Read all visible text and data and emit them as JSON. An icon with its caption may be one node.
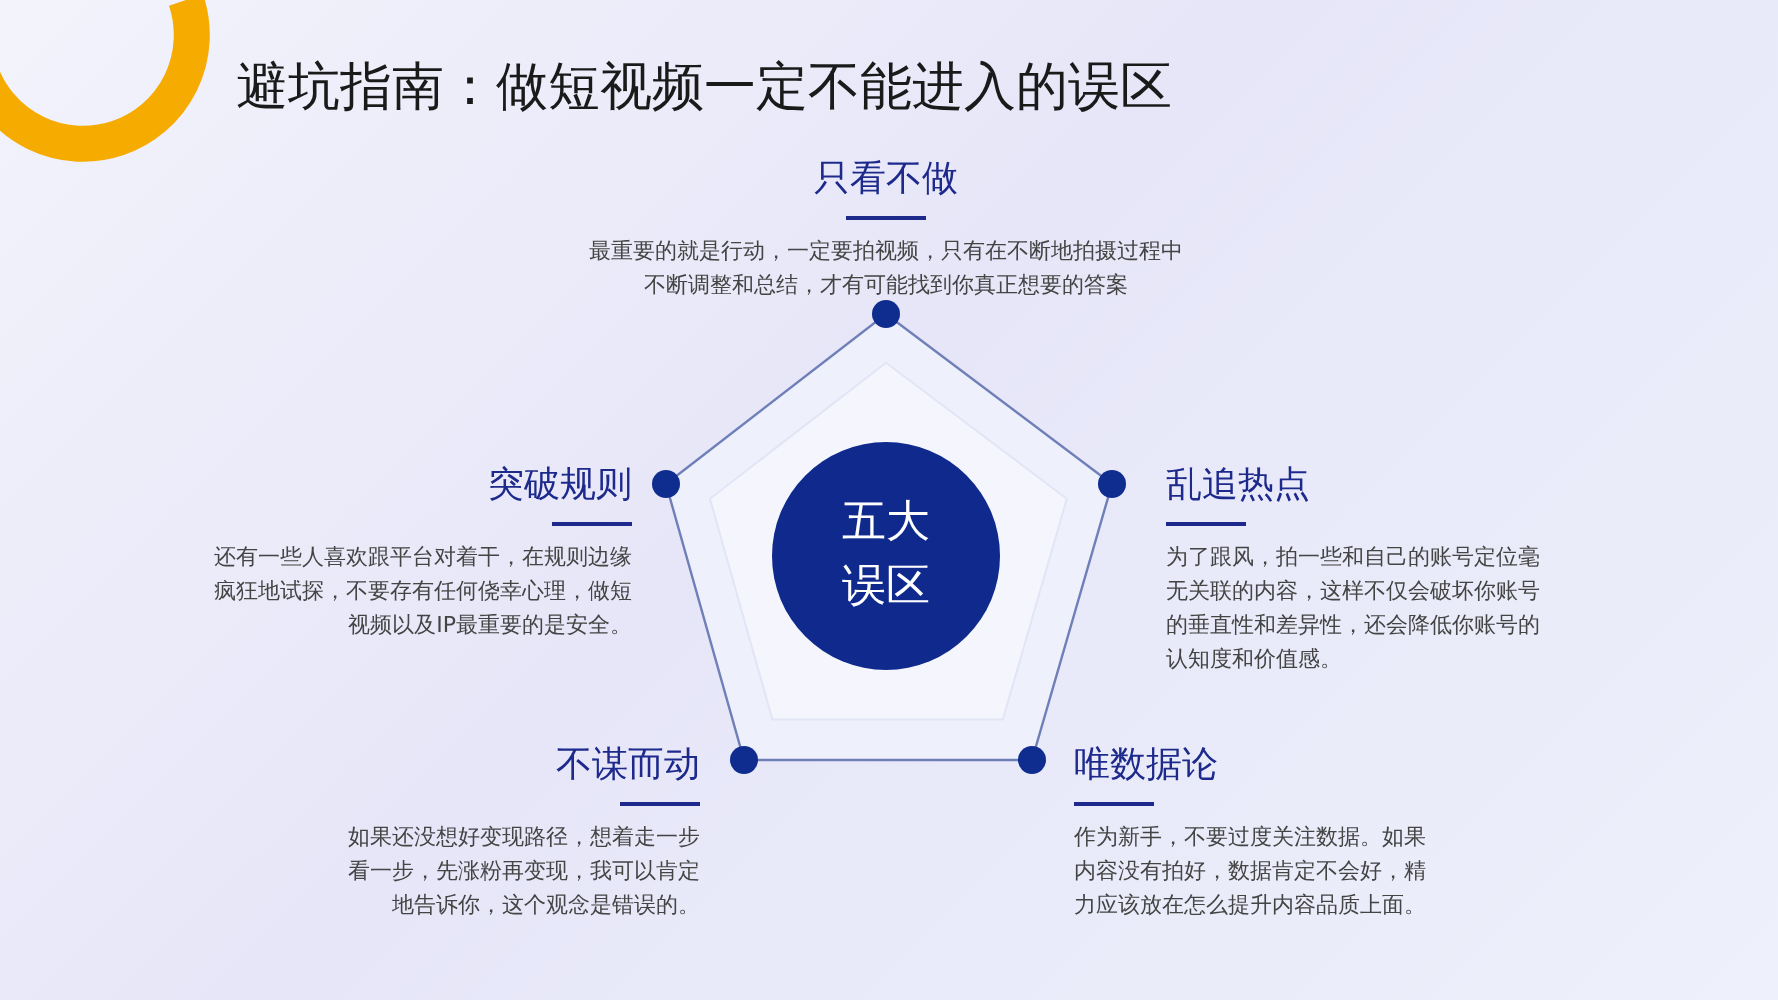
{
  "diagram": {
    "title": "避坑指南：做短视频一定不能进入的误区",
    "nodes": [
      {
        "text": [
          "五大误区"
        ]
      },
      {
        "text": [
          "只看不做",
          "最重要的就是行动，一定要拍视频，只有在不断地拍摄过程中不断调整和总结，才有可能找到你真正想要的答案"
        ]
      },
      {
        "text": [
          "突破规则",
          "还有一些人喜欢跟平台对着干，在规则边缘疯狂地试探，不要存有任何侥幸心理，做短视频以及IP最重要的是安全。"
        ]
      },
      {
        "text": [
          "乱追热点",
          "为了跟风，拍一些和自己的账号定位毫无关联的内容，这样不仅会破坏你账号的垂直性和差异性，还会降低你账号的认知度和价值感。"
        ]
      },
      {
        "text": [
          "不谋而动",
          "如果还没想好变现路径，想着走一步看一步，先涨粉再变现，我可以肯定地告诉你，这个观念是错误的。"
        ]
      },
      {
        "text": [
          "唯数据论",
          "作为新手，不要过度关注数据。如果内容没有拍好，数据肯定不会好，精力应该放在怎么提升内容品质上面。"
        ]
      }
    ]
  }
}
